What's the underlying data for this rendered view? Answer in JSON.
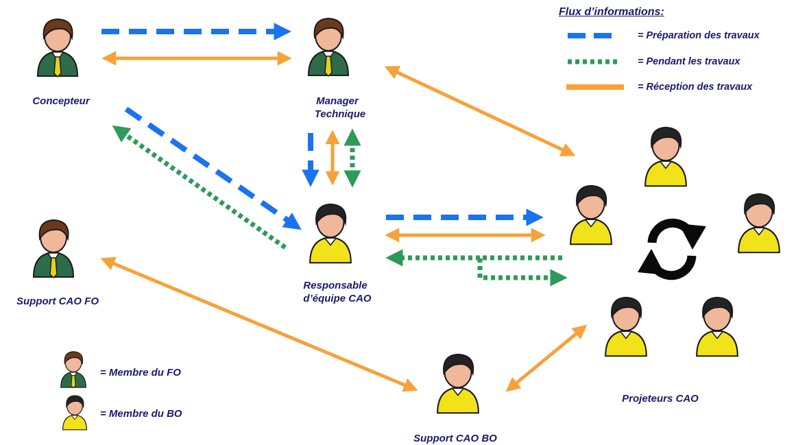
{
  "legend": {
    "title": "Flux d’informations:",
    "preparation": "= Préparation des travaux",
    "pendant": "= Pendant les travaux",
    "reception": "= Réception des travaux",
    "colors": {
      "preparation": "#1a73f0",
      "pendant": "#2e9a5a",
      "reception": "#f7a13a"
    }
  },
  "members": {
    "fo": "= Membre du FO",
    "bo": "= Membre du BO"
  },
  "nodes": {
    "concepteur": "Concepteur",
    "manager_line1": "Manager",
    "manager_line2": "Technique",
    "responsable_line1": "Responsable",
    "responsable_line2": "d’équipe CAO",
    "support_fo": "Support CAO FO",
    "support_bo": "Support CAO BO",
    "projeteurs": "Projeteurs CAO"
  },
  "icons": [
    "fo-member-icon",
    "bo-member-icon",
    "cycle-icon"
  ]
}
